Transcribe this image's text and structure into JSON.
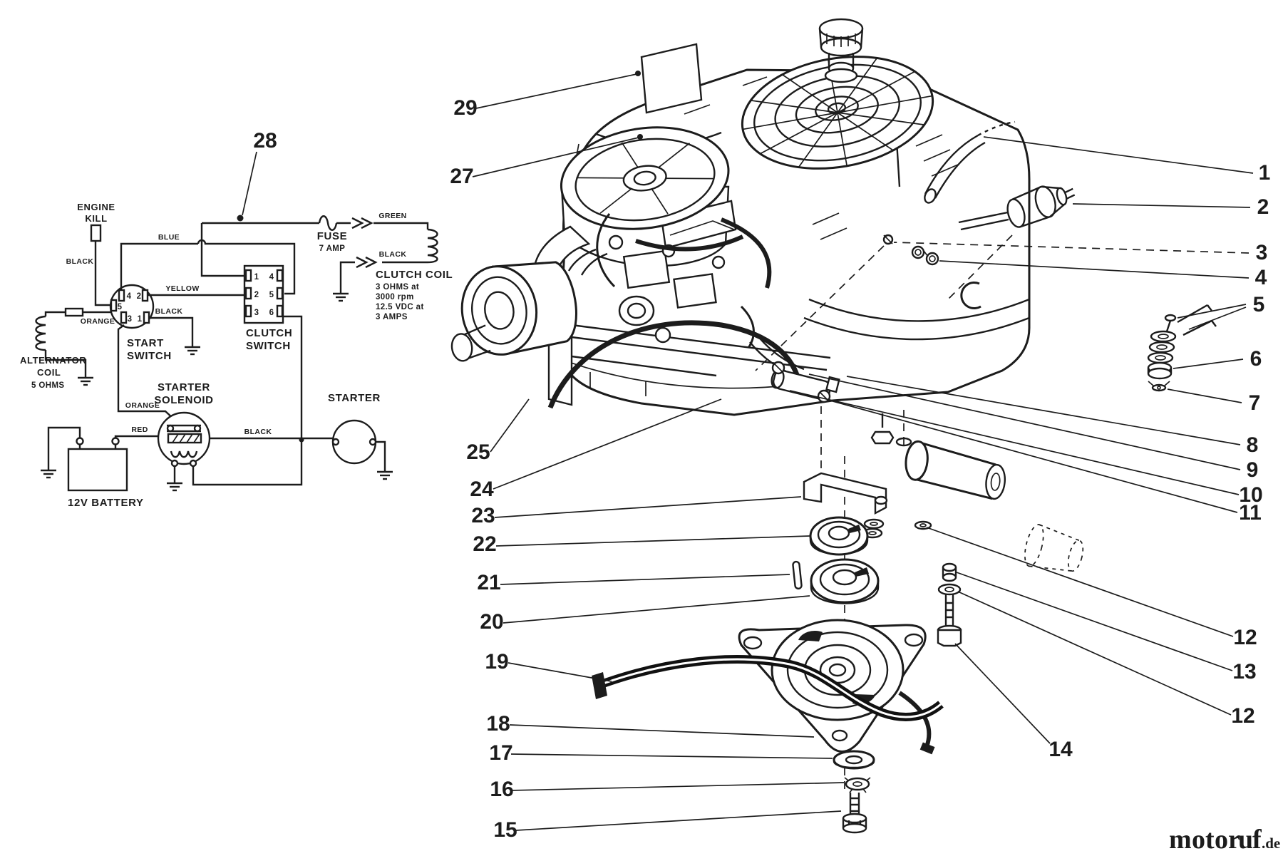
{
  "page": {
    "ink_color": "#1c1c1c",
    "background": "#ffffff"
  },
  "wiring": {
    "engine_kill": [
      "ENGINE",
      "KILL"
    ],
    "wire_labels": {
      "black_kill": "BLACK",
      "blue": "BLUE",
      "yellow": "YELLOW",
      "black_start": "BLACK",
      "orange_alt": "ORANGE",
      "orange_sol": "ORANGE",
      "red": "RED",
      "black_sol": "BLACK",
      "green": "GREEN",
      "black_coil": "BLACK"
    },
    "start_switch": [
      "START",
      "SWITCH"
    ],
    "start_switch_pins": [
      "4",
      "2",
      "5",
      "3",
      "1"
    ],
    "alternator_coil": [
      "ALTERNATOR",
      "COIL",
      "5 OHMS"
    ],
    "clutch_switch": [
      "CLUTCH",
      "SWITCH"
    ],
    "clutch_switch_pins": [
      "1",
      "4",
      "2",
      "5",
      "3",
      "6"
    ],
    "fuse": [
      "FUSE",
      "7 AMP"
    ],
    "clutch_coil": [
      "CLUTCH COIL",
      "3 OHMS at",
      "3000 rpm",
      "12.5 VDC at",
      "3 AMPS"
    ],
    "starter_solenoid": [
      "STARTER",
      "SOLENOID"
    ],
    "starter": "STARTER",
    "battery": "12V BATTERY"
  },
  "callouts": {
    "p1": "1",
    "p2": "2",
    "p3": "3",
    "p4": "4",
    "p5": "5",
    "p6": "6",
    "p7": "7",
    "p8": "8",
    "p9": "9",
    "p10": "10",
    "p11": "11",
    "p12a": "12",
    "p13": "13",
    "p12b": "12",
    "p14": "14",
    "p15": "15",
    "p16": "16",
    "p17": "17",
    "p18": "18",
    "p19": "19",
    "p20": "20",
    "p21": "21",
    "p22": "22",
    "p23": "23",
    "p24": "24",
    "p25": "25",
    "p27": "27",
    "p28": "28",
    "p29": "29"
  },
  "watermark": {
    "letters": [
      {
        "ch": "m",
        "color": "#4a63c8"
      },
      {
        "ch": "o",
        "color": "#3fa24b"
      },
      {
        "ch": "t",
        "color": "#e75fa5"
      },
      {
        "ch": "o",
        "color": "#3fa24b"
      },
      {
        "ch": "r",
        "color": "#e0742d"
      },
      {
        "ch": "u",
        "color": "#eda12f"
      },
      {
        "ch": "f",
        "color": "#e3b32a"
      }
    ],
    "suffix": ".de",
    "suffix_color": "#3f3f3f"
  }
}
